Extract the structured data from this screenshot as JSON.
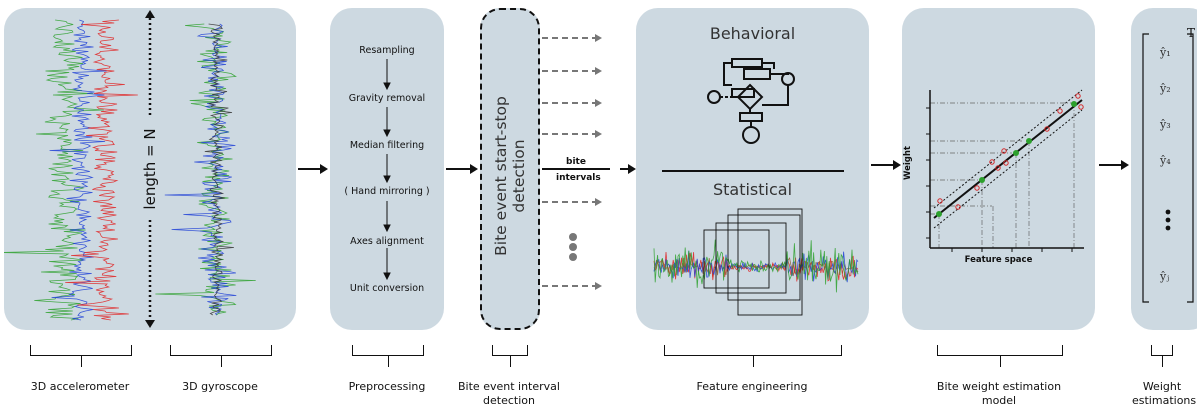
{
  "sensors": {
    "accel_label": "3D accelerometer",
    "gyro_label": "3D gyroscope",
    "length_label": "length = N"
  },
  "preprocessing": {
    "label": "Preprocessing",
    "steps": [
      "Resampling",
      "Gravity removal",
      "Median filtering",
      "( Hand mirroring )",
      "Axes alignment",
      "Unit conversion"
    ]
  },
  "detection": {
    "panel_text": "Bite event start-stop detection",
    "label": "Bite event interval detection",
    "arrow_label_1": "bite",
    "arrow_label_2": "intervals"
  },
  "features": {
    "label": "Feature engineering",
    "behavioral_title": "Behavioral",
    "statistical_title": "Statistical"
  },
  "model": {
    "label": "Bite weight estimation model",
    "xlabel": "Feature space",
    "ylabel": "Weight"
  },
  "estimations": {
    "label": "Weight estimations",
    "items": [
      "ŷ₁",
      "ŷ₂",
      "ŷ₃",
      "ŷ₄",
      "ŷⱼ"
    ],
    "transpose": "T"
  }
}
